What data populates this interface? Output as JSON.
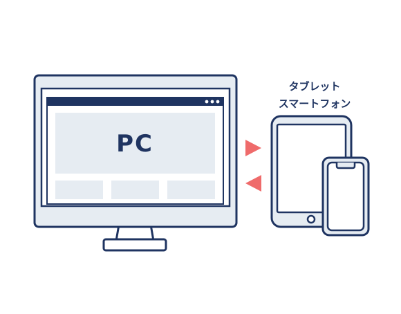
{
  "pc": {
    "label": "PC"
  },
  "devices": {
    "label_line1": "タブレット",
    "label_line2": "スマートフォン"
  },
  "colors": {
    "navy": "#1f3461",
    "panel": "#e6ecf2",
    "arrow": "#ef6b6b",
    "background": "#ffffff"
  }
}
